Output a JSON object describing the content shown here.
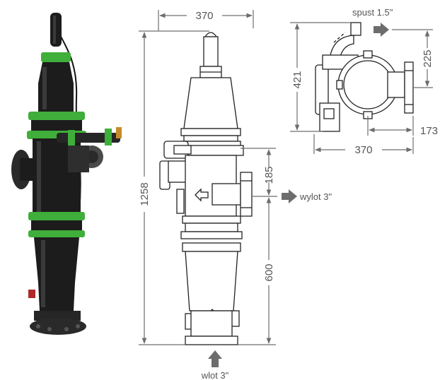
{
  "dimensions": {
    "top_width": "370",
    "total_height": "1258",
    "outlet_offset": "185",
    "inlet_height": "600",
    "top_view_height": "421",
    "top_view_drain_offset": "225",
    "top_view_flange_offset": "173",
    "top_view_width": "370"
  },
  "labels": {
    "drain": "spust 1.5\"",
    "outlet": "wylot 3\"",
    "inlet": "wlot 3\""
  },
  "colors": {
    "accent_green": "#3fae3a",
    "body_black": "#1c1c1c",
    "dimension_gray": "#6d6d6d",
    "outline": "#222222"
  }
}
